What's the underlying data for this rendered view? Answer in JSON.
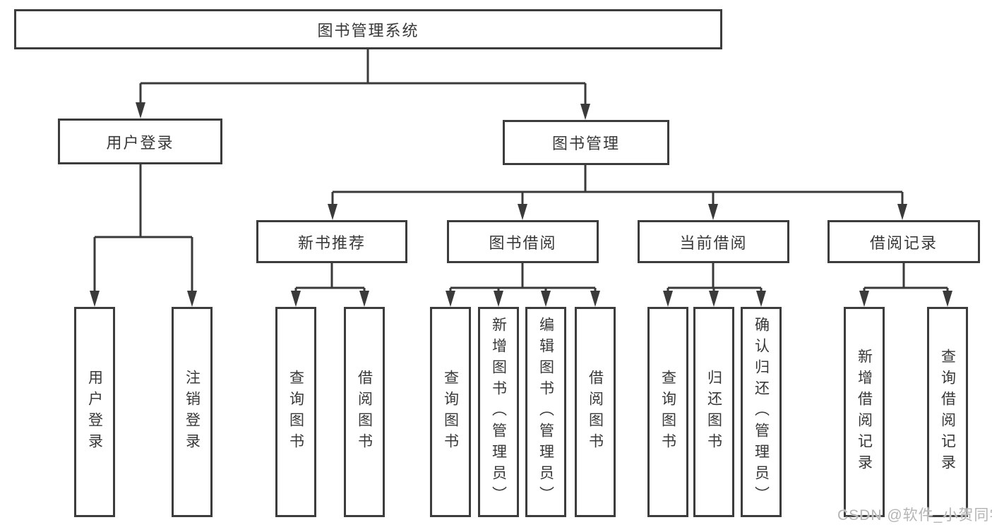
{
  "diagram": {
    "title": "图书管理系统",
    "colors": {
      "line": "#3a3a3a",
      "box_border": "#3c3c3c",
      "text": "#383838",
      "watermark": "#b5b5b5",
      "background": "#ffffff"
    },
    "nodes": {
      "root": {
        "label": "图书管理系统"
      },
      "user_login": {
        "label": "用户登录"
      },
      "book_management": {
        "label": "图书管理"
      },
      "new_book_recommend": {
        "label": "新书推荐"
      },
      "book_borrowing": {
        "label": "图书借阅"
      },
      "current_borrowing": {
        "label": "当前借阅"
      },
      "borrowing_records": {
        "label": "借阅记录"
      },
      "leaf_user_login": {
        "label": "用户登录"
      },
      "leaf_logout": {
        "label": "注销登录"
      },
      "leaf_query_book_a": {
        "label": "查询图书"
      },
      "leaf_borrow_book_a": {
        "label": "借阅图书"
      },
      "leaf_query_book_b": {
        "label": "查询图书"
      },
      "leaf_add_book_admin": {
        "label": "新增图书（管理员）"
      },
      "leaf_edit_book_admin": {
        "label": "编辑图书（管理员）"
      },
      "leaf_borrow_book_b": {
        "label": "借阅图书"
      },
      "leaf_query_book_c": {
        "label": "查询图书"
      },
      "leaf_return_book": {
        "label": "归还图书"
      },
      "leaf_confirm_return_admin": {
        "label": "确认归还（管理员）"
      },
      "leaf_add_borrow_record": {
        "label": "新增借阅记录"
      },
      "leaf_query_borrow_record": {
        "label": "查询借阅记录"
      }
    },
    "watermark": "CSDN @软件_小贺同学"
  }
}
